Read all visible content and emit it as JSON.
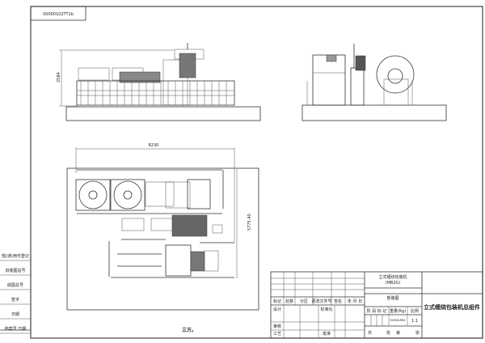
{
  "drawing_number": "00000102TT1b",
  "side_view": {
    "height_dim": "2584"
  },
  "plan_view": {
    "width_dim": "8230",
    "depth_dim": "5775.40",
    "caption": "三方。"
  },
  "left_strip": [
    "借(通)用件登记",
    "旧底图总号",
    "底图总号",
    "签字",
    "日期",
    "档案员   日期"
  ],
  "title_block": {
    "product_name": "立式缠绕包装机",
    "model": "(MB2G)",
    "drawing_type": "部装图",
    "assembly_name": "立式缠绕包装机总组件",
    "revision_headers": [
      "标记",
      "处数",
      "分区",
      "更改文件号",
      "签名",
      "年 月 日"
    ],
    "left_labels": {
      "design": "设计",
      "standardize": "标准化",
      "review": "审核",
      "process": "工艺",
      "approve": "批准"
    },
    "stage_header": "阶 段 标 记",
    "weight_header": "重量(Kg)",
    "scale_header": "比例",
    "weight_value": "51928.994",
    "scale_value": "1:1",
    "sheets_total": "共",
    "sheet_label": "张",
    "sheet_no": "第",
    "sheet_label2": "张"
  }
}
